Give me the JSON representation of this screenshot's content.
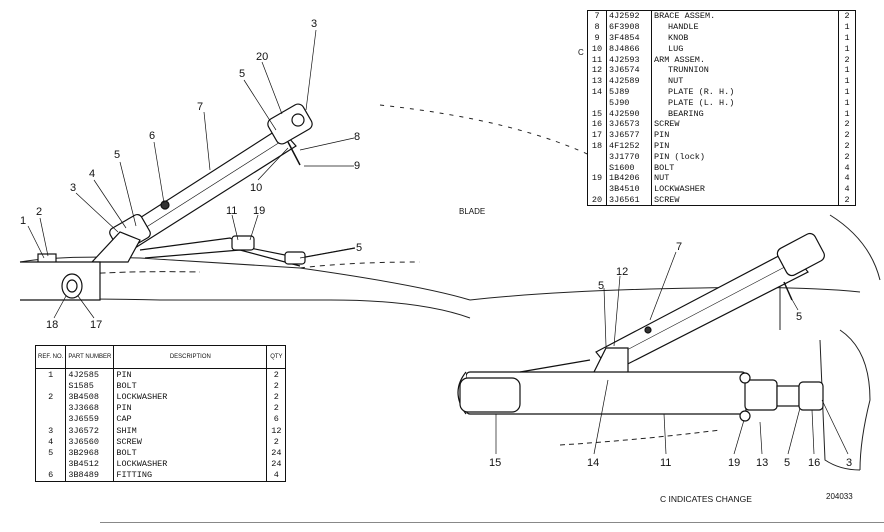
{
  "top_table": {
    "rows": [
      {
        "ref": "7",
        "part": "4J2592",
        "desc": "BRACE ASSEM.",
        "qty": "2",
        "indent": false,
        "change": false
      },
      {
        "ref": "8",
        "part": "6F3908",
        "desc": "HANDLE",
        "qty": "1",
        "indent": true,
        "change": false
      },
      {
        "ref": "9",
        "part": "3F4854",
        "desc": "KNOB",
        "qty": "1",
        "indent": true,
        "change": false
      },
      {
        "ref": "10",
        "part": "8J4866",
        "desc": "LUG",
        "qty": "1",
        "indent": true,
        "change": true
      },
      {
        "ref": "11",
        "part": "4J2593",
        "desc": "ARM ASSEM.",
        "qty": "2",
        "indent": false,
        "change": false
      },
      {
        "ref": "12",
        "part": "3J6574",
        "desc": "TRUNNION",
        "qty": "1",
        "indent": true,
        "change": false
      },
      {
        "ref": "13",
        "part": "4J2589",
        "desc": "NUT",
        "qty": "1",
        "indent": true,
        "change": false
      },
      {
        "ref": "14",
        "part": "5J89",
        "desc": "PLATE (R. H.)",
        "qty": "1",
        "indent": true,
        "change": false
      },
      {
        "ref": "",
        "part": "5J90",
        "desc": "PLATE (L. H.)",
        "qty": "1",
        "indent": true,
        "change": false
      },
      {
        "ref": "15",
        "part": "4J2590",
        "desc": "BEARING",
        "qty": "1",
        "indent": true,
        "change": false
      },
      {
        "ref": "16",
        "part": "3J6573",
        "desc": "SCREW",
        "qty": "2",
        "indent": false,
        "change": false
      },
      {
        "ref": "17",
        "part": "3J6577",
        "desc": "PIN",
        "qty": "2",
        "indent": false,
        "change": false
      },
      {
        "ref": "18",
        "part": "4F1252",
        "desc": "PIN",
        "qty": "2",
        "indent": false,
        "change": false
      },
      {
        "ref": "",
        "part": "3J1770",
        "desc": "PIN (lock)",
        "qty": "2",
        "indent": false,
        "change": false
      },
      {
        "ref": "",
        "part": "S1600",
        "desc": "BOLT",
        "qty": "4",
        "indent": false,
        "change": false
      },
      {
        "ref": "19",
        "part": "1B4206",
        "desc": "NUT",
        "qty": "4",
        "indent": false,
        "change": false
      },
      {
        "ref": "",
        "part": "3B4510",
        "desc": "LOCKWASHER",
        "qty": "4",
        "indent": false,
        "change": false
      },
      {
        "ref": "20",
        "part": "3J6561",
        "desc": "SCREW",
        "qty": "2",
        "indent": false,
        "change": false
      }
    ],
    "change_mark": "C"
  },
  "bottom_table": {
    "headers": {
      "ref": "REF. NO.",
      "part": "PART NUMBER",
      "desc": "DESCRIPTION",
      "qty": "QTY"
    },
    "rows": [
      {
        "ref": "1",
        "part": "4J2585",
        "desc": "PIN",
        "qty": "2"
      },
      {
        "ref": "",
        "part": "S1585",
        "desc": "BOLT",
        "qty": "2"
      },
      {
        "ref": "2",
        "part": "3B4508",
        "desc": "LOCKWASHER",
        "qty": "2"
      },
      {
        "ref": "",
        "part": "3J3668",
        "desc": "PIN",
        "qty": "2"
      },
      {
        "ref": "",
        "part": "3J6559",
        "desc": "CAP",
        "qty": "6"
      },
      {
        "ref": "3",
        "part": "3J6572",
        "desc": "SHIM",
        "qty": "12"
      },
      {
        "ref": "4",
        "part": "3J6560",
        "desc": "SCREW",
        "qty": "2"
      },
      {
        "ref": "5",
        "part": "3B2968",
        "desc": "BOLT",
        "qty": "24"
      },
      {
        "ref": "",
        "part": "3B4512",
        "desc": "LOCKWASHER",
        "qty": "24"
      },
      {
        "ref": "6",
        "part": "3B8489",
        "desc": "FITTING",
        "qty": "4"
      }
    ]
  },
  "labels": {
    "blade": "BLADE",
    "change_note": "C INDICATES CHANGE",
    "figure_number": "204033"
  },
  "callouts": {
    "c1": "1",
    "c2": "2",
    "c3a": "3",
    "c4": "4",
    "c5a": "5",
    "c6": "6",
    "c7a": "7",
    "c3b": "3",
    "c20": "20",
    "c5b": "5",
    "c8": "8",
    "c9": "9",
    "c10": "10",
    "c11a": "11",
    "c19a": "19",
    "c5c": "5",
    "c18": "18",
    "c17": "17",
    "c7b": "7",
    "c12": "12",
    "c5d": "5",
    "c5e": "5",
    "c15": "15",
    "c14": "14",
    "c11b": "11",
    "c19b": "19",
    "c13": "13",
    "c5f": "5",
    "c16": "16",
    "c3c": "3"
  }
}
